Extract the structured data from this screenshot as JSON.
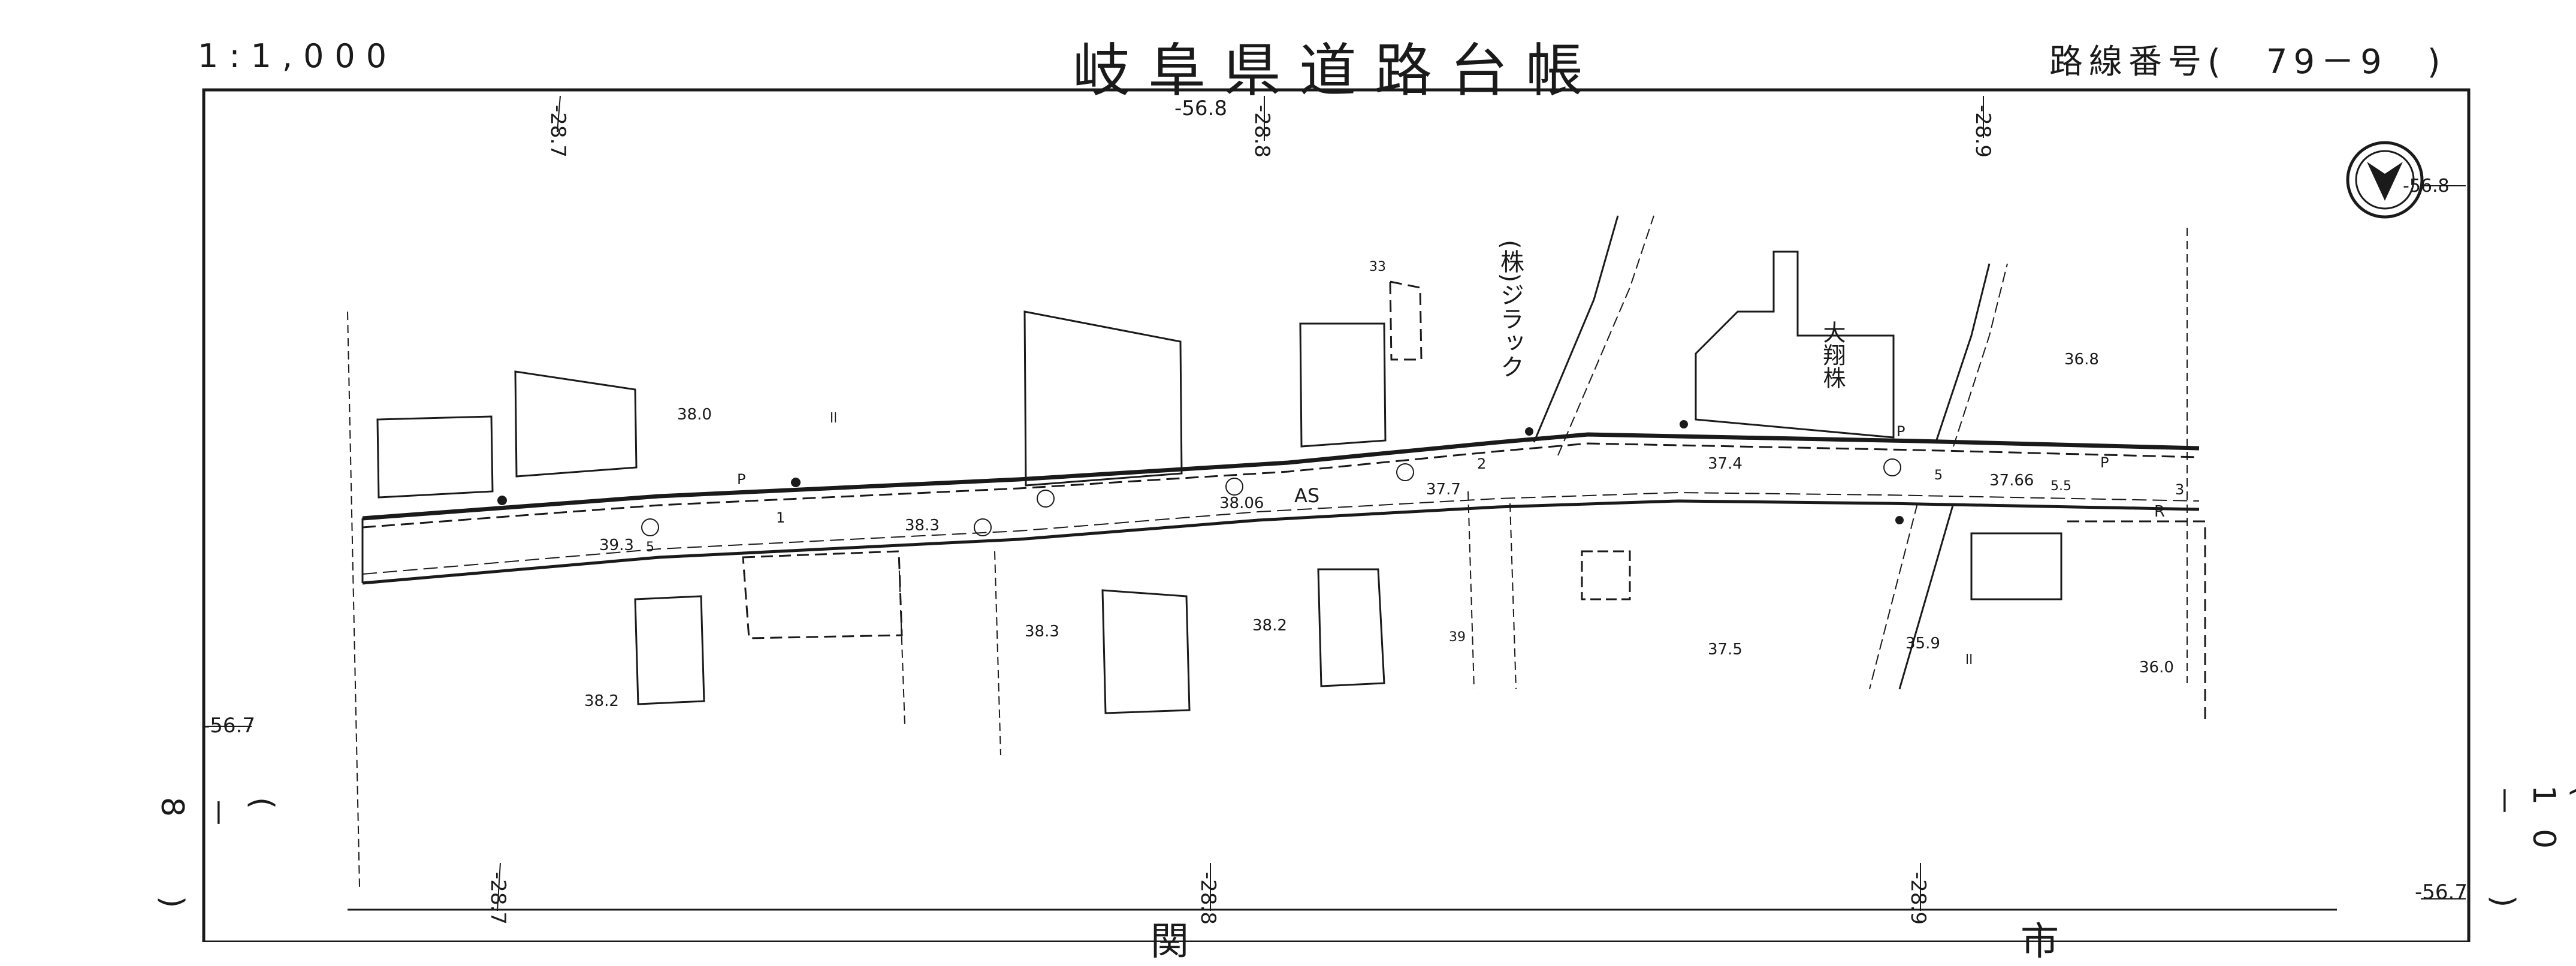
{
  "header": {
    "scale": "1:1,000",
    "title": "岐阜県道路台帳",
    "route_label": "路線番号(　79－9　)"
  },
  "side_labels": {
    "left": "(　－8　)",
    "right": "(　10－　)"
  },
  "footer": {
    "city": "関　　市"
  },
  "grid_labels": {
    "x_top": [
      "-28.7",
      "-28.8",
      "-28.9"
    ],
    "x_bottom": [
      "-28.7",
      "-28.8",
      "-28.9"
    ],
    "y_labels": [
      "-56.8",
      "-56.8",
      "-56.7",
      "-56.7"
    ]
  },
  "map_labels": {
    "company_vertical": "(株)ジラック",
    "company_daishou": "大翔株",
    "pavement": "AS",
    "symbol_p1": "P",
    "symbol_p2": "P",
    "symbol_p3": "P",
    "symbol_r": "R",
    "num_33": "33",
    "num_39": "39",
    "num_1": "1",
    "num_2": "2",
    "num_3": "3",
    "num_5a": "5",
    "num_5b": "5",
    "num_55": "5.5",
    "num_ii": "ll",
    "num_ii2": "ll"
  },
  "elevations": [
    "38.0",
    "39.3",
    "38.3",
    "38.06",
    "37.7",
    "37.4",
    "37.66",
    "36.8",
    "38.3",
    "38.2",
    "38.2",
    "37.5",
    "35.9",
    "36.0"
  ],
  "north_arrow": {
    "icon": "north-arrow-icon",
    "label": "N"
  }
}
